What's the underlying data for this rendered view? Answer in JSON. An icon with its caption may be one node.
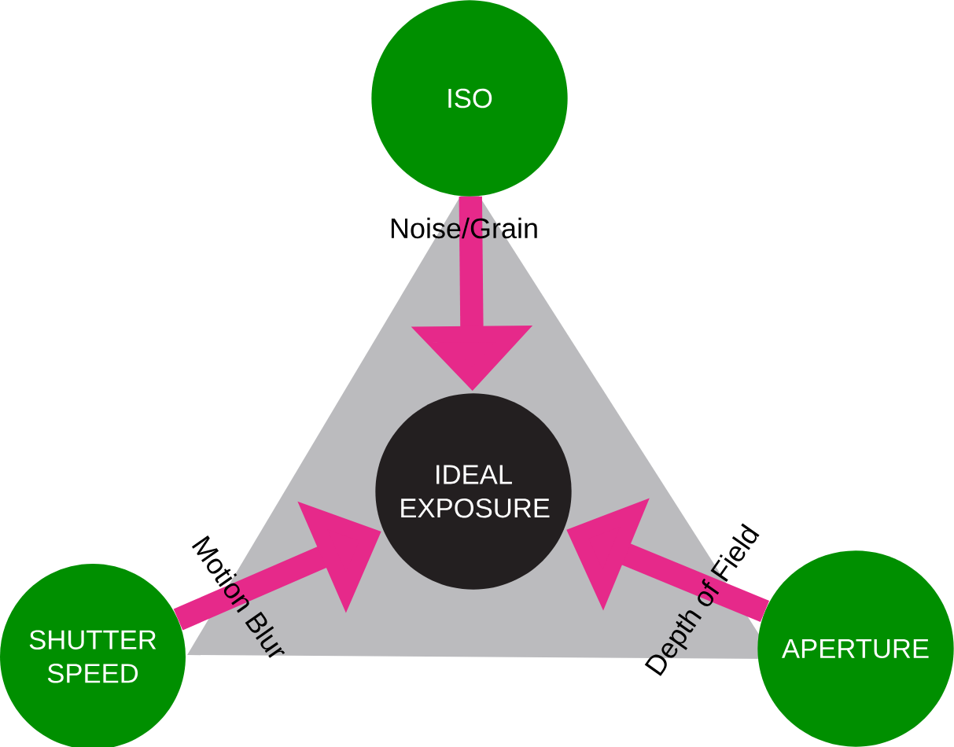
{
  "diagram": {
    "nodes": [
      {
        "text": [
          "ISO"
        ]
      },
      {
        "text": [
          "IDEAL EXPOSURE"
        ]
      },
      {
        "text": [
          "SHUTTER SPEED"
        ]
      },
      {
        "text": [
          "APERTURE"
        ]
      }
    ],
    "edges": [
      {
        "from": 0,
        "to": 1,
        "arrow": "to",
        "label": "Noise/Grain"
      },
      {
        "from": 2,
        "to": 1,
        "arrow": "to",
        "label": "Motion Blur"
      },
      {
        "from": 3,
        "to": 1,
        "arrow": "to",
        "label": "Depth of Field"
      }
    ]
  }
}
